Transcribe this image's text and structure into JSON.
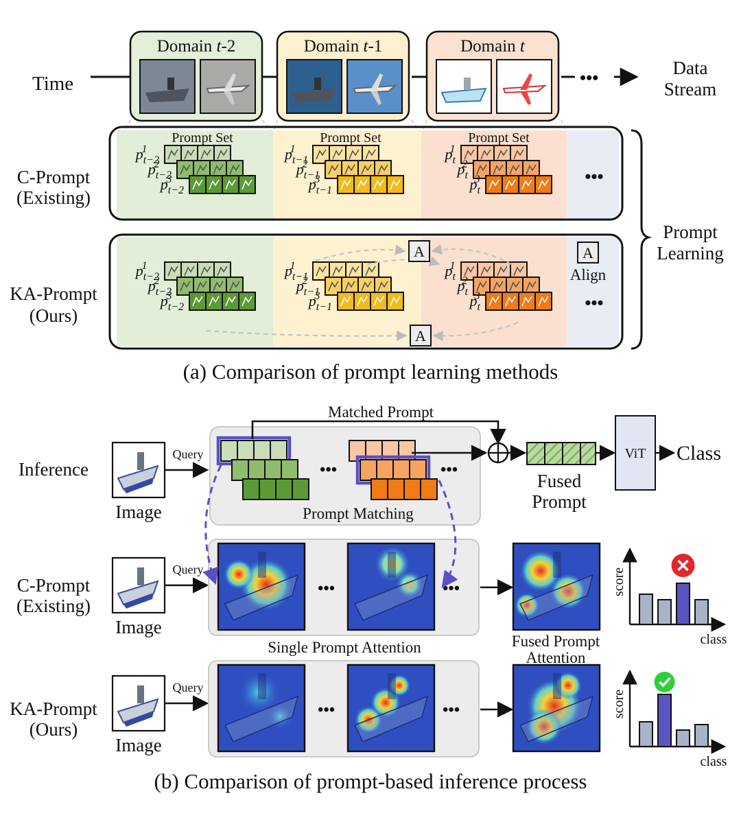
{
  "part_a": {
    "time_label": "Time",
    "stream_label": [
      "Data",
      "Stream"
    ],
    "ellipsis": "•••",
    "domains": [
      {
        "prefix": "Domain ",
        "var": "t",
        "suffix": "-2",
        "fill": "#e3efd8",
        "images": [
          "aircraft carrier photo",
          "small airplane photo"
        ]
      },
      {
        "prefix": "Domain ",
        "var": "t",
        "suffix": "-1",
        "fill": "#fdf0cf",
        "images": [
          "aircraft carrier at sea photo",
          "airliner in sky photo"
        ]
      },
      {
        "prefix": "Domain ",
        "var": "t",
        "suffix": "",
        "fill": "#fbe1cf",
        "images": [
          "carrier cartoon",
          "airplane cartoon"
        ]
      }
    ],
    "prompt_set_label": "Prompt Set",
    "prompt_names": [
      [
        "t−2",
        "t−2",
        "t−2"
      ],
      [
        "t−1",
        "t−1",
        "t−1"
      ],
      [
        "t",
        "t",
        "t"
      ]
    ],
    "rows": [
      {
        "label": [
          "C-Prompt",
          "(Existing)"
        ]
      },
      {
        "label": [
          "KA-Prompt",
          "(Ours)"
        ]
      }
    ],
    "align_box": "A",
    "align_label": "Align",
    "bracket_label": [
      "Prompt",
      "Learning"
    ],
    "caption": "(a) Comparison of prompt learning methods",
    "colors": {
      "green": "#5c9a36",
      "yellow": "#f2bb1b",
      "orange": "#f07b17",
      "bg_green": "#e2eed7",
      "bg_yellow": "#fdf1d0",
      "bg_orange": "#fbe0cf",
      "bg_blue": "#e7ecf5"
    }
  },
  "part_b": {
    "rows": [
      {
        "label": [
          "Inference"
        ]
      },
      {
        "label": [
          "C-Prompt",
          "(Existing)"
        ]
      },
      {
        "label": [
          "KA-Prompt",
          "(Ours)"
        ]
      }
    ],
    "image_label": "Image",
    "query_label": "Query",
    "matched_prompt": "Matched Prompt",
    "prompt_matching": "Prompt Matching",
    "fused_prompt": [
      "Fused",
      "Prompt"
    ],
    "vit": "ViT",
    "class_label": "Class",
    "single_attention": "Single Prompt Attention",
    "fused_attention": [
      "Fused Prompt",
      "Attention"
    ],
    "score_axis": "score",
    "class_axis": "class",
    "ellipsis": "•••",
    "plus": "⊕",
    "caption": "(b) Comparison of prompt-based inference process",
    "colors": {
      "highlight": "#5a4fc8",
      "wrong": "#e3262b",
      "right": "#2fcf3a",
      "bar": "#a9b2c6",
      "bar_selected": "#5b55c4"
    }
  },
  "chart_data": [
    {
      "type": "bar",
      "ylabel": "score",
      "xlabel": "class",
      "values": [
        0.55,
        0.45,
        0.75,
        0.45
      ],
      "highlight_index": 2,
      "status": "wrong"
    },
    {
      "type": "bar",
      "ylabel": "score",
      "xlabel": "class",
      "values": [
        0.45,
        0.95,
        0.3,
        0.4
      ],
      "highlight_index": 1,
      "status": "correct"
    }
  ]
}
